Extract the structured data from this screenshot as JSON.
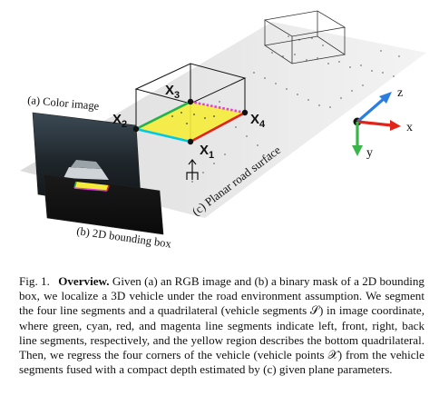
{
  "figure": {
    "labels": {
      "color_image": "(a) Color image",
      "bounding_box": "(b) 2D bounding box",
      "road_surface": "(c) Planar road surface"
    },
    "points": {
      "x1": "X",
      "x2": "X",
      "x3": "X",
      "x4": "X",
      "s1": "1",
      "s2": "2",
      "s3": "3",
      "s4": "4"
    },
    "axes": {
      "x": "x",
      "y": "y",
      "z": "z",
      "colors": {
        "x": "#e0241b",
        "y": "#3ab54a",
        "z": "#2a7de1"
      }
    },
    "segment_colors": {
      "left": "#22b14c",
      "front": "#00c8e6",
      "right": "#e0241b",
      "back": "#e040e0",
      "bottom": "#f5ec3a"
    }
  },
  "caption": {
    "fig_label": "Fig. 1.",
    "title": "Overview.",
    "text": "Given (a) an RGB image and (b) a binary mask of a 2D bounding box, we localize a 3D vehicle under the road environment assumption. We segment the four line segments and a quadrilateral (vehicle segments 𝒮) in image coordinate, where green, cyan, red, and magenta line segments indicate left, front, right, back line segments, respectively, and the yellow region describes the bottom quadrilateral. Then, we regress the four corners of the vehicle (vehicle points 𝒳) from the vehicle segments fused with a compact depth estimated by (c) given plane parameters."
  }
}
